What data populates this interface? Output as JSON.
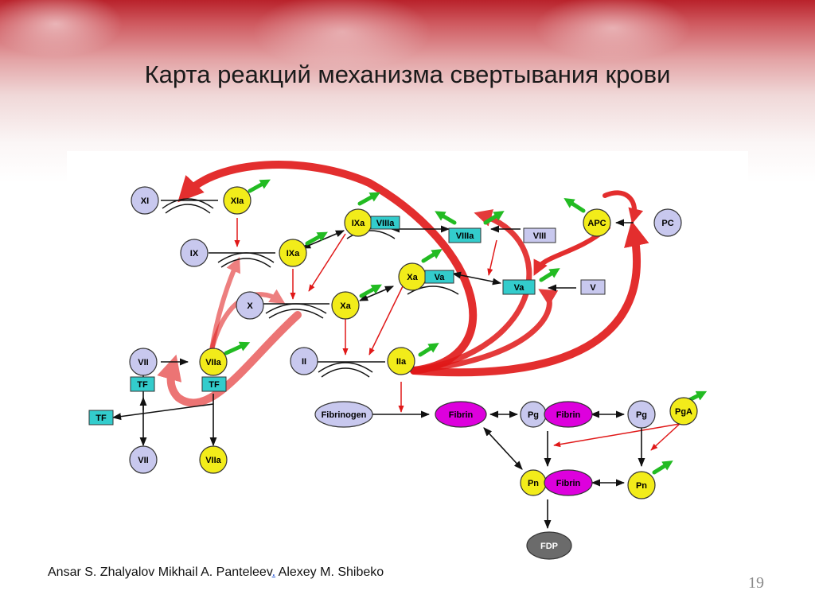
{
  "slide": {
    "title": "Карта реакций механизма свертывания крови",
    "credits": {
      "author1": "Ansar S. Zhalyalov",
      "author2": "Mikhail A. Panteleev",
      "separator": ".",
      "author3": "Alexey M. Shibeko"
    },
    "page_number": "19"
  },
  "colors": {
    "inactive_factor": "#c8c8ee",
    "active_factor": "#f2ec1a",
    "cofactor_box": "#33cccc",
    "fibrin": "#dd00dd",
    "fdp": "#6b6b6b",
    "feedback_arrow": "#e01818",
    "activation_marker": "#22bb22"
  },
  "diagram": {
    "nodes": {
      "XI": "XI",
      "XIa": "XIa",
      "IX": "IX",
      "IXa": "IXa",
      "IXa_c": "IXa",
      "VIIIa_c": "VIIIa",
      "VIIIa": "VIIIa",
      "VIII": "VIII",
      "APC": "APC",
      "PC": "PC",
      "Xa_c": "Xa",
      "Va_c": "Va",
      "Va": "Va",
      "V": "V",
      "X": "X",
      "Xa": "Xa",
      "II": "II",
      "IIa": "IIa",
      "VII": "VII",
      "VIIa": "VIIa",
      "TF1": "TF",
      "TF2": "TF",
      "TF3": "TF",
      "VII_b": "VII",
      "VIIa_b": "VIIa",
      "Fibrinogen": "Fibrinogen",
      "Fibrin": "Fibrin",
      "Pg1": "Pg",
      "Fibrin2": "Fibrin",
      "Pg2": "Pg",
      "PgA": "PgA",
      "Pn1": "Pn",
      "Fibrin3": "Fibrin",
      "Pn2": "Pn",
      "FDP": "FDP"
    }
  }
}
